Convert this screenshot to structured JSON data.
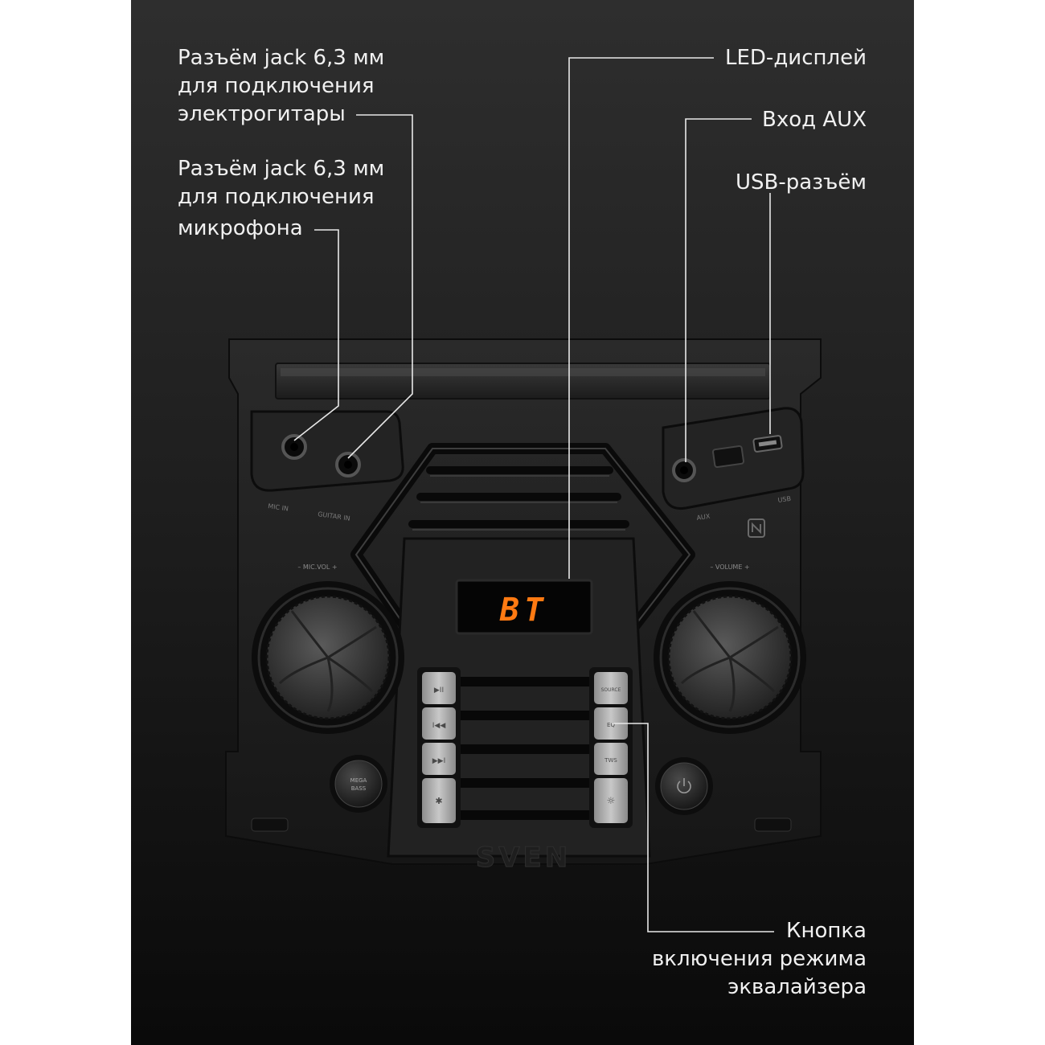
{
  "colors": {
    "background_top": "#2e2e2e",
    "background_bottom": "#0b0b0b",
    "text": "#f1f1f1",
    "display_digits": "#ff7a12"
  },
  "callouts": {
    "guitar_jack": {
      "lines": [
        "Разъём jack 6,3 мм",
        "для подключения",
        "электрогитары"
      ]
    },
    "mic_jack": {
      "lines": [
        "Разъём jack 6,3 мм",
        "для подключения",
        "микрофона"
      ]
    },
    "led_display": {
      "lines": [
        "LED-дисплей"
      ]
    },
    "aux_input": {
      "lines": [
        "Вход AUX"
      ]
    },
    "usb_port": {
      "lines": [
        "USB-разъём"
      ]
    },
    "eq_button": {
      "lines": [
        "Кнопка",
        "включения режима",
        "эквалайзера"
      ]
    }
  },
  "device": {
    "brand": "SVEN",
    "display_text": "BT",
    "mic_in_label": "MIC IN",
    "guitar_in_label": "GUITAR IN",
    "aux_label": "AUX",
    "usb_label": "USB",
    "mic_vol_label": "–   MIC.VOL   +",
    "volume_label": "–   VOLUME   +",
    "nfc_icon": "nfc-icon",
    "mega_bass_line1": "MEGA",
    "mega_bass_line2": "BASS",
    "power_icon": "power-icon",
    "left_buttons": [
      {
        "icon": "play-pause-icon",
        "text": "▶II"
      },
      {
        "icon": "previous-track-icon",
        "text": "I◀◀"
      },
      {
        "icon": "next-track-icon",
        "text": "▶▶I"
      },
      {
        "icon": "bluetooth-icon",
        "text": "✱"
      }
    ],
    "right_buttons": [
      {
        "icon": "source-icon",
        "text": "SOURCE"
      },
      {
        "icon": "eq-icon",
        "text": "EQ"
      },
      {
        "icon": "tws-icon",
        "text": "TWS"
      },
      {
        "icon": "light-icon",
        "text": "☼"
      }
    ]
  }
}
